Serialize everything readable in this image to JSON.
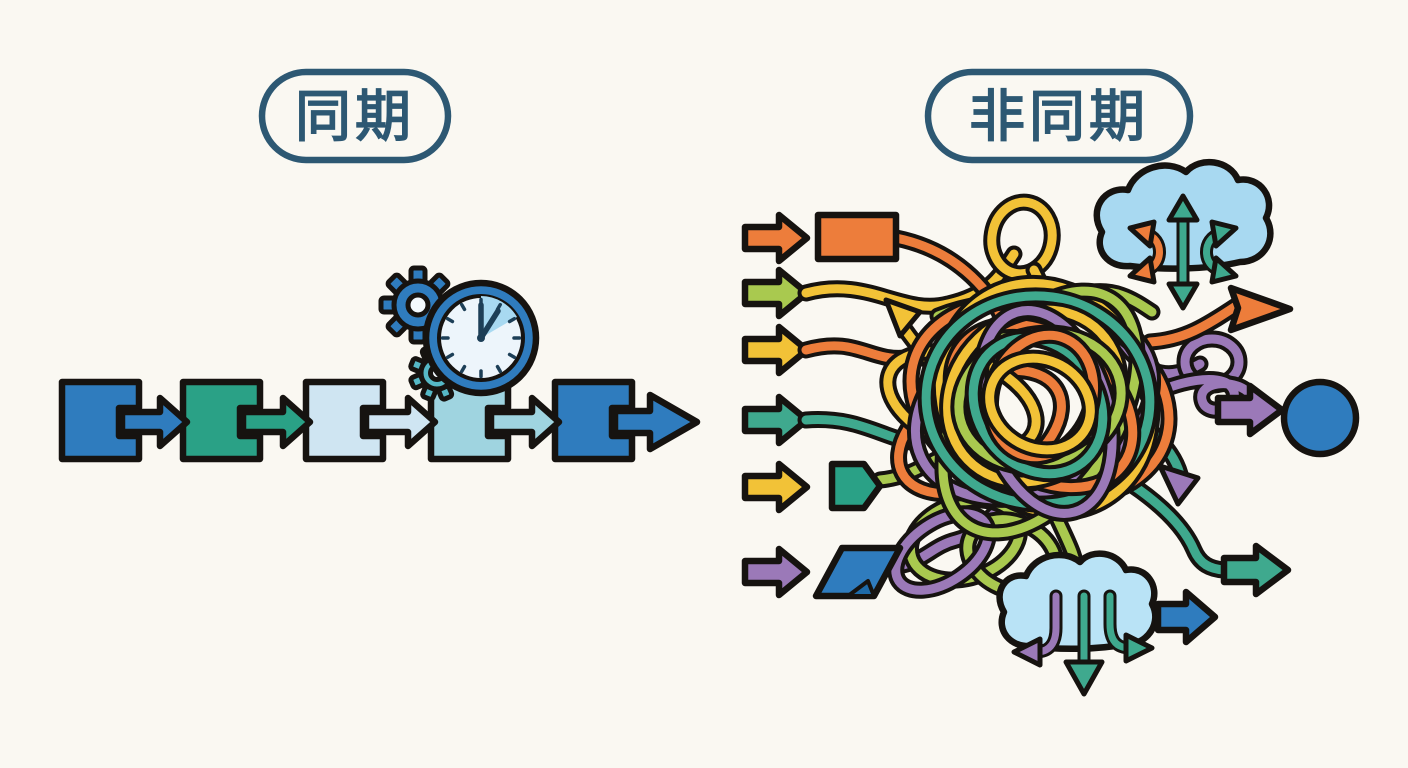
{
  "sync_panel": {
    "label": "同期",
    "square_colors": [
      "blue",
      "teal_green",
      "pale_blue",
      "sky_blue",
      "blue"
    ],
    "connector_arrow_colors": [
      "blue",
      "teal_green",
      "pale_blue",
      "sky_blue",
      "blue"
    ],
    "icons": [
      "gear-icon",
      "small-gear-icon",
      "clock-icon"
    ]
  },
  "async_panel": {
    "label": "非同期",
    "input_arrow_colors": [
      "orange",
      "lime",
      "yellow",
      "teal",
      "yellow",
      "purple"
    ],
    "task_shapes": [
      "orange-rectangle",
      "green-pentagon",
      "blue-parallelogram"
    ],
    "tangle_strand_colors": [
      "orange",
      "yellow",
      "lime",
      "teal",
      "purple"
    ],
    "output_arrow_colors": [
      "orange",
      "purple",
      "teal",
      "blue"
    ],
    "icons": [
      "cloud-branch-icon",
      "cloud-dispatch-icon"
    ],
    "result_shape": "blue-circle"
  },
  "palette": {
    "background": "#faf8f2",
    "ink": "#161310",
    "label": "#2d5873",
    "blue": "#2f7cbe",
    "teal_green": "#2aa186",
    "pale_blue": "#cfe5f2",
    "sky_blue": "#9fd4e0",
    "orange": "#ed7d3b",
    "yellow": "#f2c237",
    "lime": "#a9c94f",
    "teal": "#3fa98e",
    "purple": "#9b79b8",
    "light_blue": "#a8d9f1",
    "cloud_blue": "#b9e3f6",
    "dark_blue": "#1e6aa8",
    "cyan": "#56b8c6",
    "clock_face": "#edf5fb",
    "hand": "#1d3f57"
  }
}
